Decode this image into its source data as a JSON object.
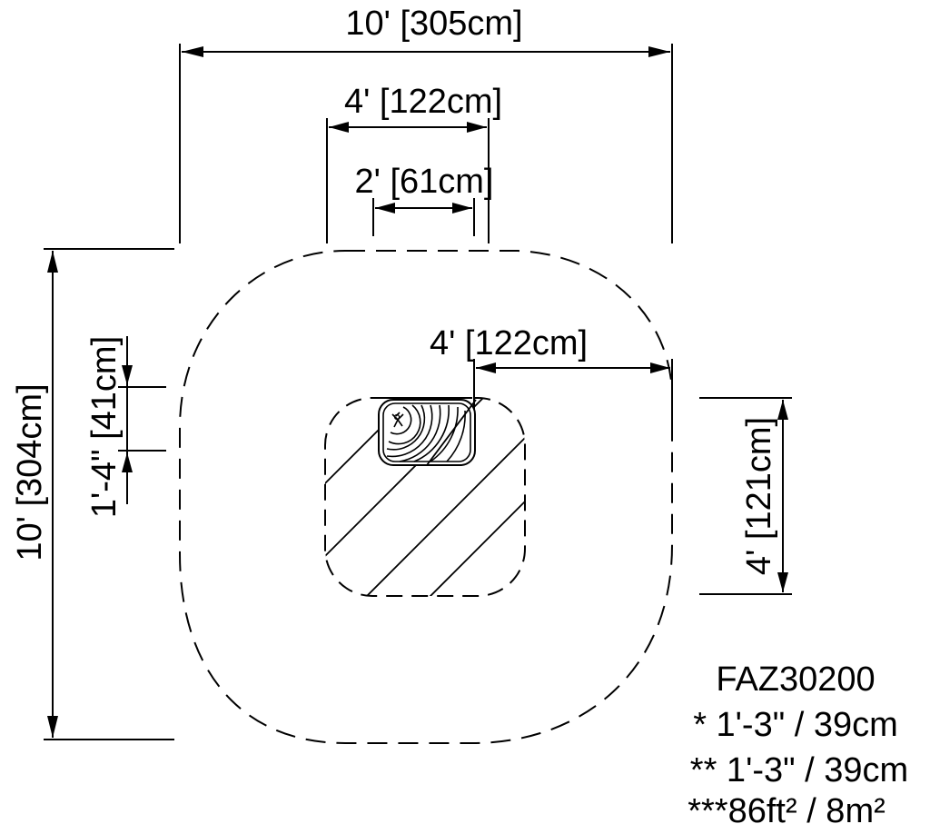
{
  "diagram": {
    "type": "playground-use-zone-plan",
    "colors": {
      "line": "#000000",
      "background": "#ffffff"
    },
    "dimensions": {
      "overall_width": "10' [305cm]",
      "top_inner_width": "4' [122cm]",
      "equipment_width": "2' [61cm]",
      "right_clearance": "4' [122cm]",
      "overall_depth": "10' [304cm]",
      "equipment_depth": "1'-4\" [41cm]",
      "inner_zone_depth": "4' [121cm]"
    },
    "info": {
      "model": "FAZ30200",
      "line1": "* 1'-3\" / 39cm",
      "line2": "** 1'-3\" / 39cm",
      "line3": "***86ft² / 8m²"
    },
    "icons": {
      "equipment": "spring-rider-seat-icon",
      "figure": "child-figure-icon"
    }
  }
}
